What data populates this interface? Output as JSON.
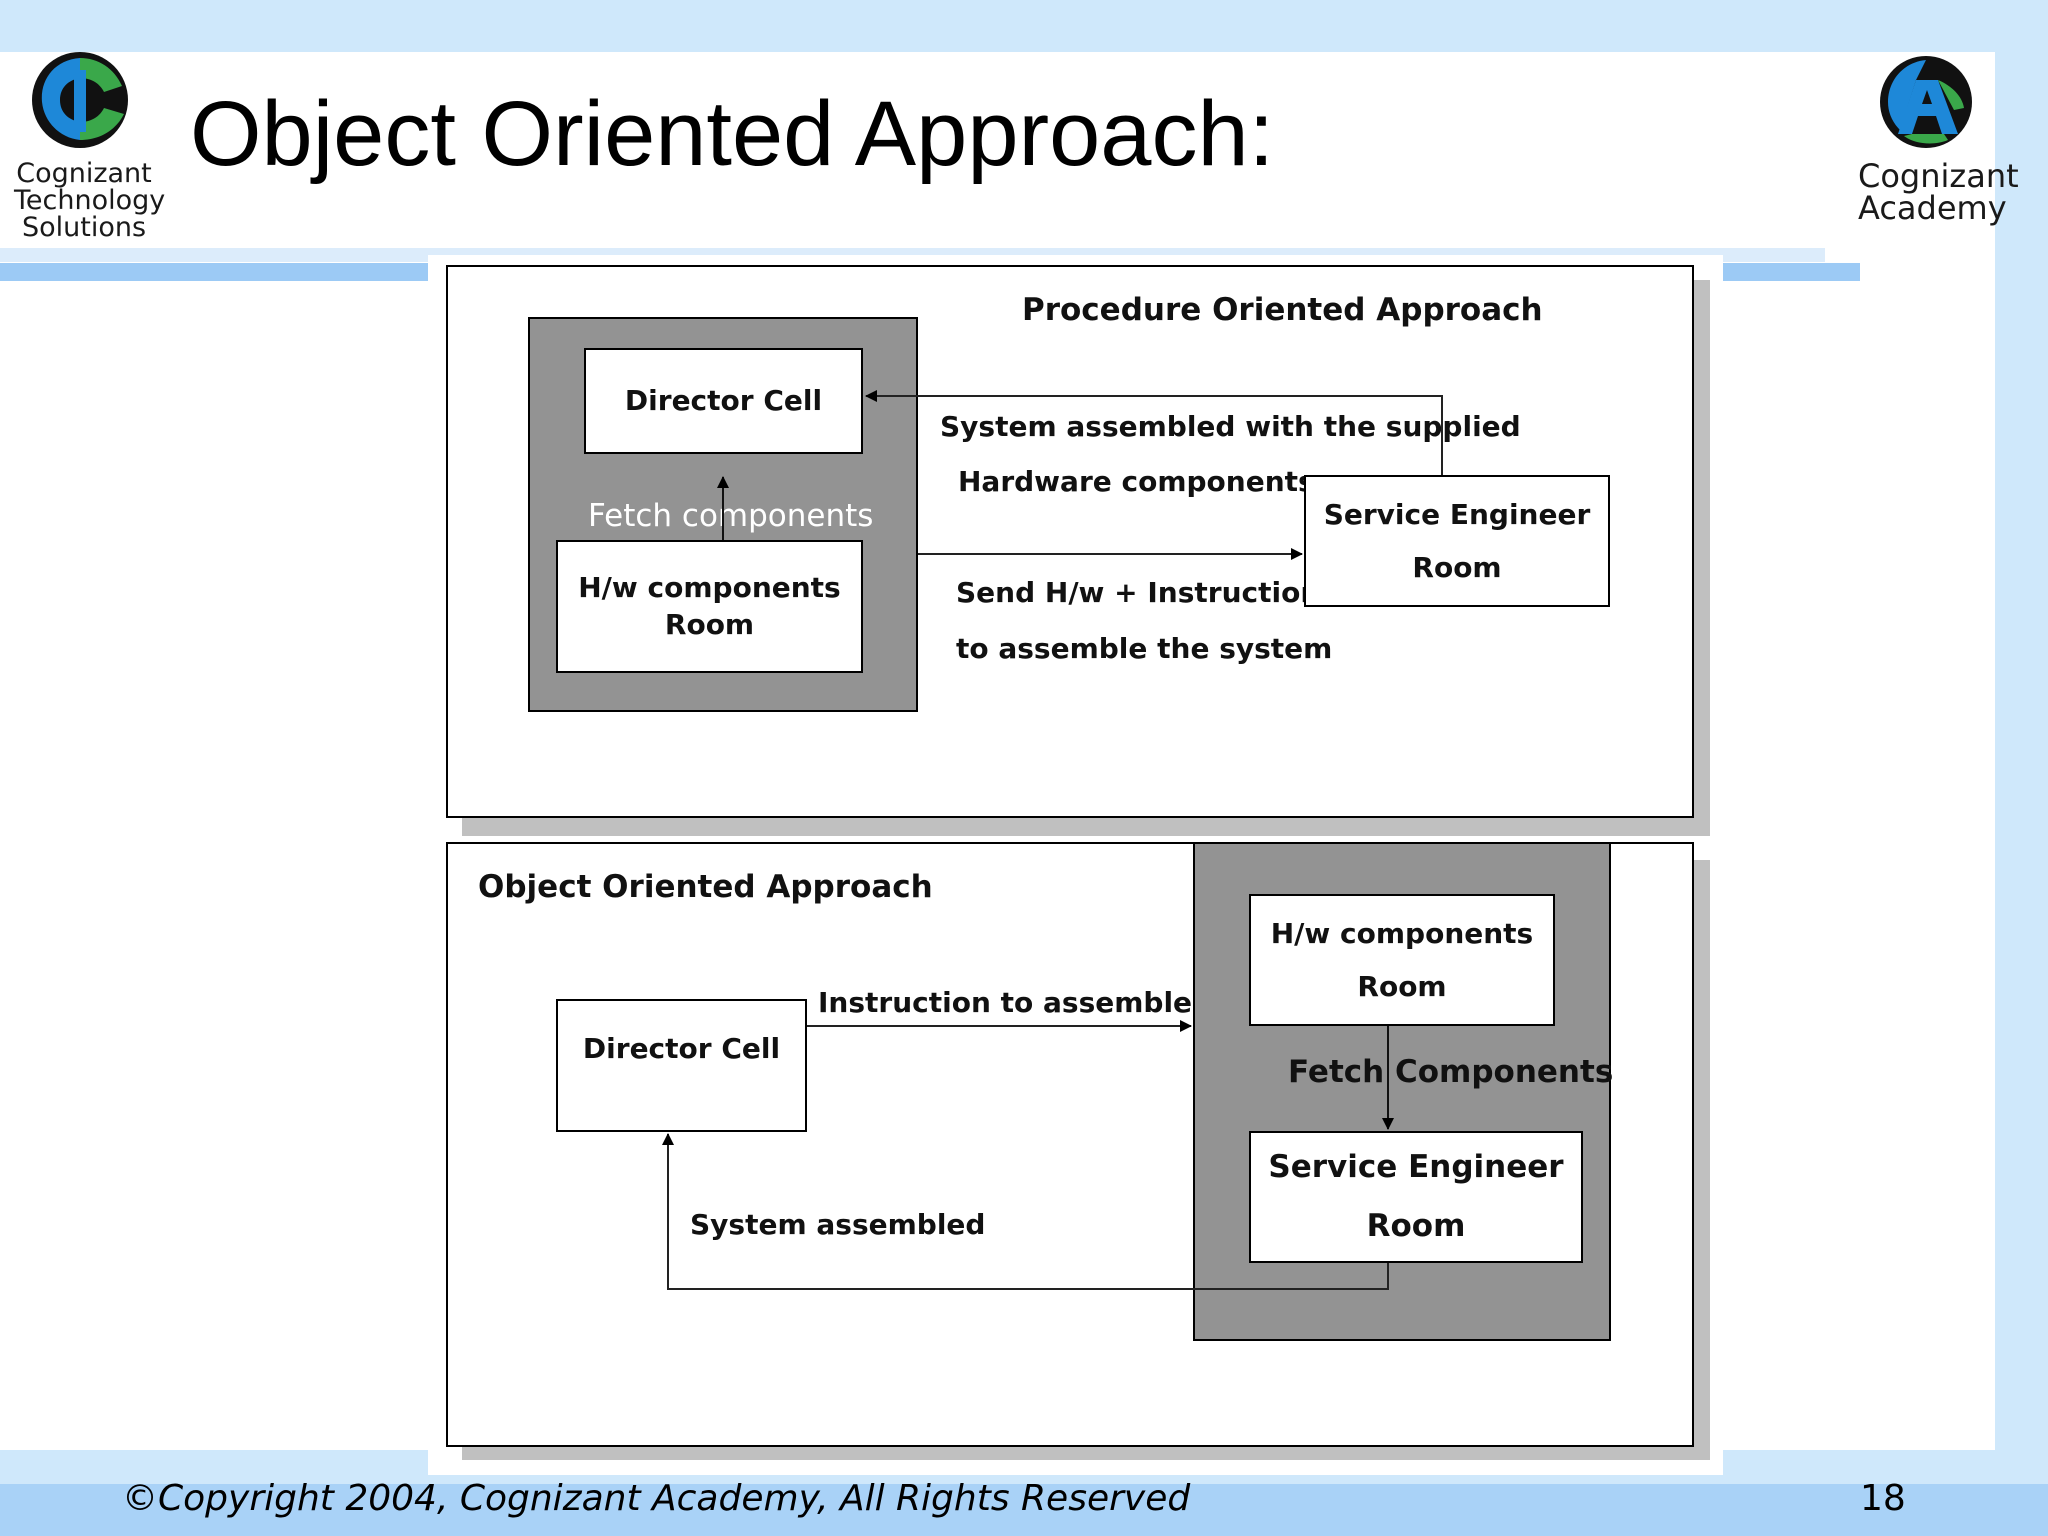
{
  "slide": {
    "title": "Object Oriented Approach:",
    "copyright": "©Copyright 2004, Cognizant Academy, All Rights Reserved",
    "page_number": "18"
  },
  "logos": {
    "left": {
      "line1": "Cognizant",
      "line2": "Technology",
      "line3": "Solutions",
      "icon": "cognizant-c-globe-logo"
    },
    "right": {
      "line1": "Cognizant",
      "line2": "Academy",
      "icon": "cognizant-a-globe-logo"
    }
  },
  "procedure_diagram": {
    "heading": "Procedure Oriented Approach",
    "director_cell": "Director Cell",
    "fetch_label": "Fetch components",
    "hw_room_line1": "H/w components",
    "hw_room_line2": "Room",
    "assembled_line1": "System assembled with the supplied",
    "assembled_line2": "Hardware components",
    "send_line1": "Send H/w + Instructions",
    "send_line2": "to assemble the system",
    "service_line1": "Service Engineer",
    "service_line2": "Room"
  },
  "object_diagram": {
    "heading": "Object Oriented Approach",
    "director_cell": "Director Cell",
    "instruction_label": "Instruction to assemble",
    "hw_room_line1": "H/w components",
    "hw_room_line2": "Room",
    "fetch_label": "Fetch Components",
    "service_line1": "Service Engineer",
    "service_line2": "Room",
    "assembled_label": "System assembled"
  },
  "colors": {
    "background": "#cfe8fb",
    "accent_bar": "#9ccaf5",
    "container_gray": "#939393",
    "logo_blue": "#1e88d8",
    "logo_green": "#3aa84a"
  }
}
